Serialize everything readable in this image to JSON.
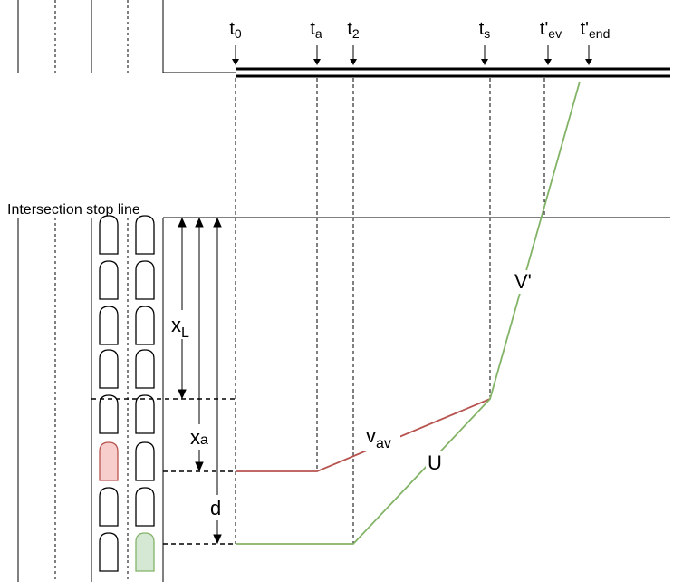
{
  "stop_line_label": "Intersection stop line",
  "time_labels": [
    {
      "base": "t",
      "sub": "0"
    },
    {
      "base": "t",
      "sub": "a"
    },
    {
      "base": "t",
      "sub": "2"
    },
    {
      "base": "t",
      "sub": "s"
    },
    {
      "base": "t'",
      "sub": "ev"
    },
    {
      "base": "t'",
      "sub": "end"
    }
  ],
  "distance_labels": {
    "xL": {
      "base": "x",
      "sub": "L"
    },
    "xa": {
      "base": "x",
      "sub": "a"
    },
    "d": {
      "base": "d",
      "sub": ""
    }
  },
  "curve_labels": {
    "vav": {
      "base": "v",
      "sub": "av"
    },
    "U": {
      "base": "U",
      "sub": ""
    },
    "Vprime": {
      "base": "V'",
      "sub": ""
    }
  },
  "colors": {
    "red_vehicle": "#b85450",
    "red_fill": "#f8cecc",
    "green_vehicle": "#82b366",
    "green_fill": "#d5e8d4",
    "line": "#000000"
  }
}
